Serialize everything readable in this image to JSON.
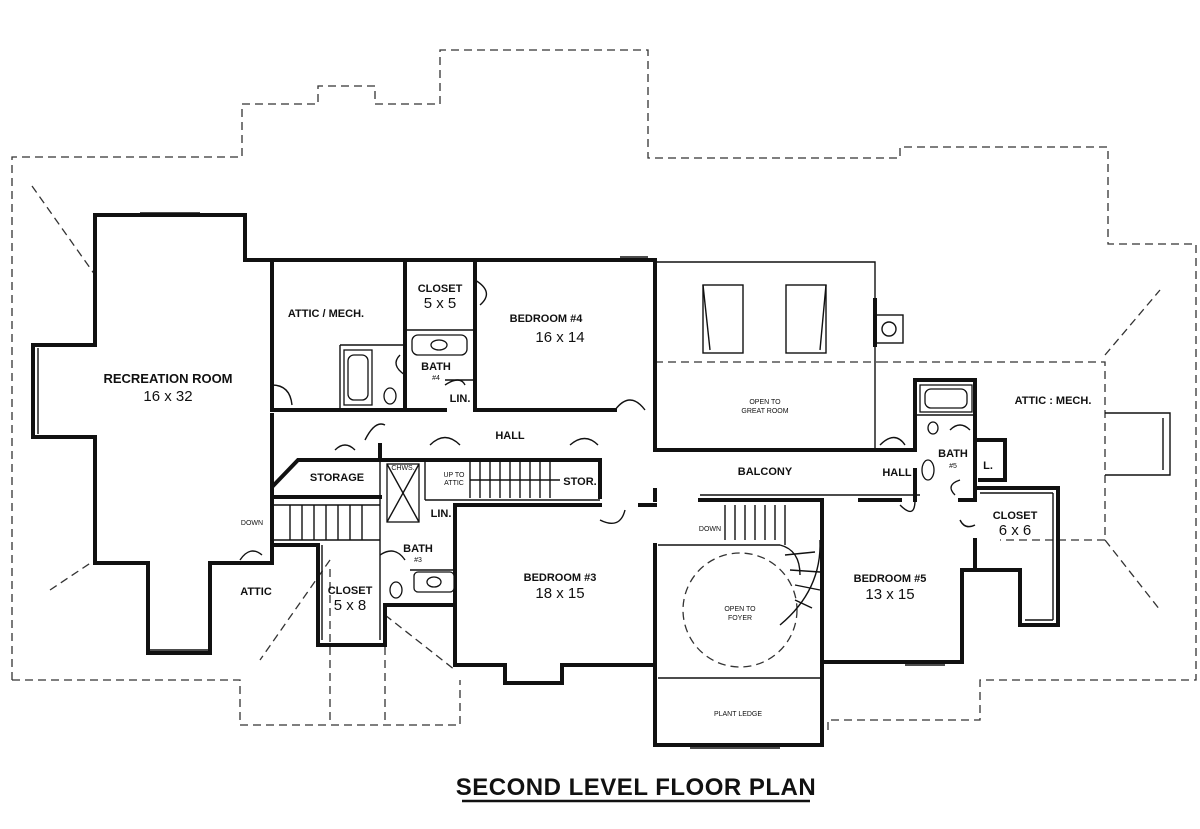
{
  "plan": {
    "title": "SECOND LEVEL FLOOR PLAN",
    "rooms": {
      "recreation": {
        "name": "RECREATION ROOM",
        "size": "16 x 32"
      },
      "attic_mech_left": {
        "name": "ATTIC / MECH."
      },
      "closet_top": {
        "name": "CLOSET",
        "size": "5 x 5"
      },
      "bedroom4": {
        "name": "BEDROOM #4",
        "size": "16 x 14"
      },
      "bath4": {
        "name": "BATH",
        "num": "#4"
      },
      "lin_top": {
        "name": "LIN."
      },
      "open_great": {
        "line1": "OPEN TO",
        "line2": "GREAT ROOM"
      },
      "attic_mech_right": {
        "name": "ATTIC : MECH."
      },
      "hall_main": {
        "name": "HALL"
      },
      "storage": {
        "name": "STORAGE"
      },
      "chase": {
        "name": "CHWS."
      },
      "up_attic": {
        "line1": "UP TO",
        "line2": "ATTIC"
      },
      "stor": {
        "name": "STOR."
      },
      "balcony": {
        "name": "BALCONY"
      },
      "hall_right": {
        "name": "HALL"
      },
      "bath5": {
        "name": "BATH",
        "num": "#5"
      },
      "lin_right": {
        "name": "L."
      },
      "closet_right": {
        "name": "CLOSET",
        "size": "6 x 6"
      },
      "down_left": {
        "name": "DOWN"
      },
      "lin_mid": {
        "name": "LIN."
      },
      "bath3": {
        "name": "BATH",
        "num": "#3"
      },
      "attic_left": {
        "name": "ATTIC"
      },
      "closet_bottom": {
        "name": "CLOSET",
        "size": "5 x 8"
      },
      "bedroom3": {
        "name": "BEDROOM #3",
        "size": "18 x 15"
      },
      "down_mid": {
        "name": "DOWN"
      },
      "open_foyer": {
        "line1": "OPEN TO",
        "line2": "FOYER"
      },
      "bedroom5": {
        "name": "BEDROOM #5",
        "size": "13 x 15"
      },
      "plant_ledge": {
        "name": "PLANT LEDGE"
      }
    }
  }
}
